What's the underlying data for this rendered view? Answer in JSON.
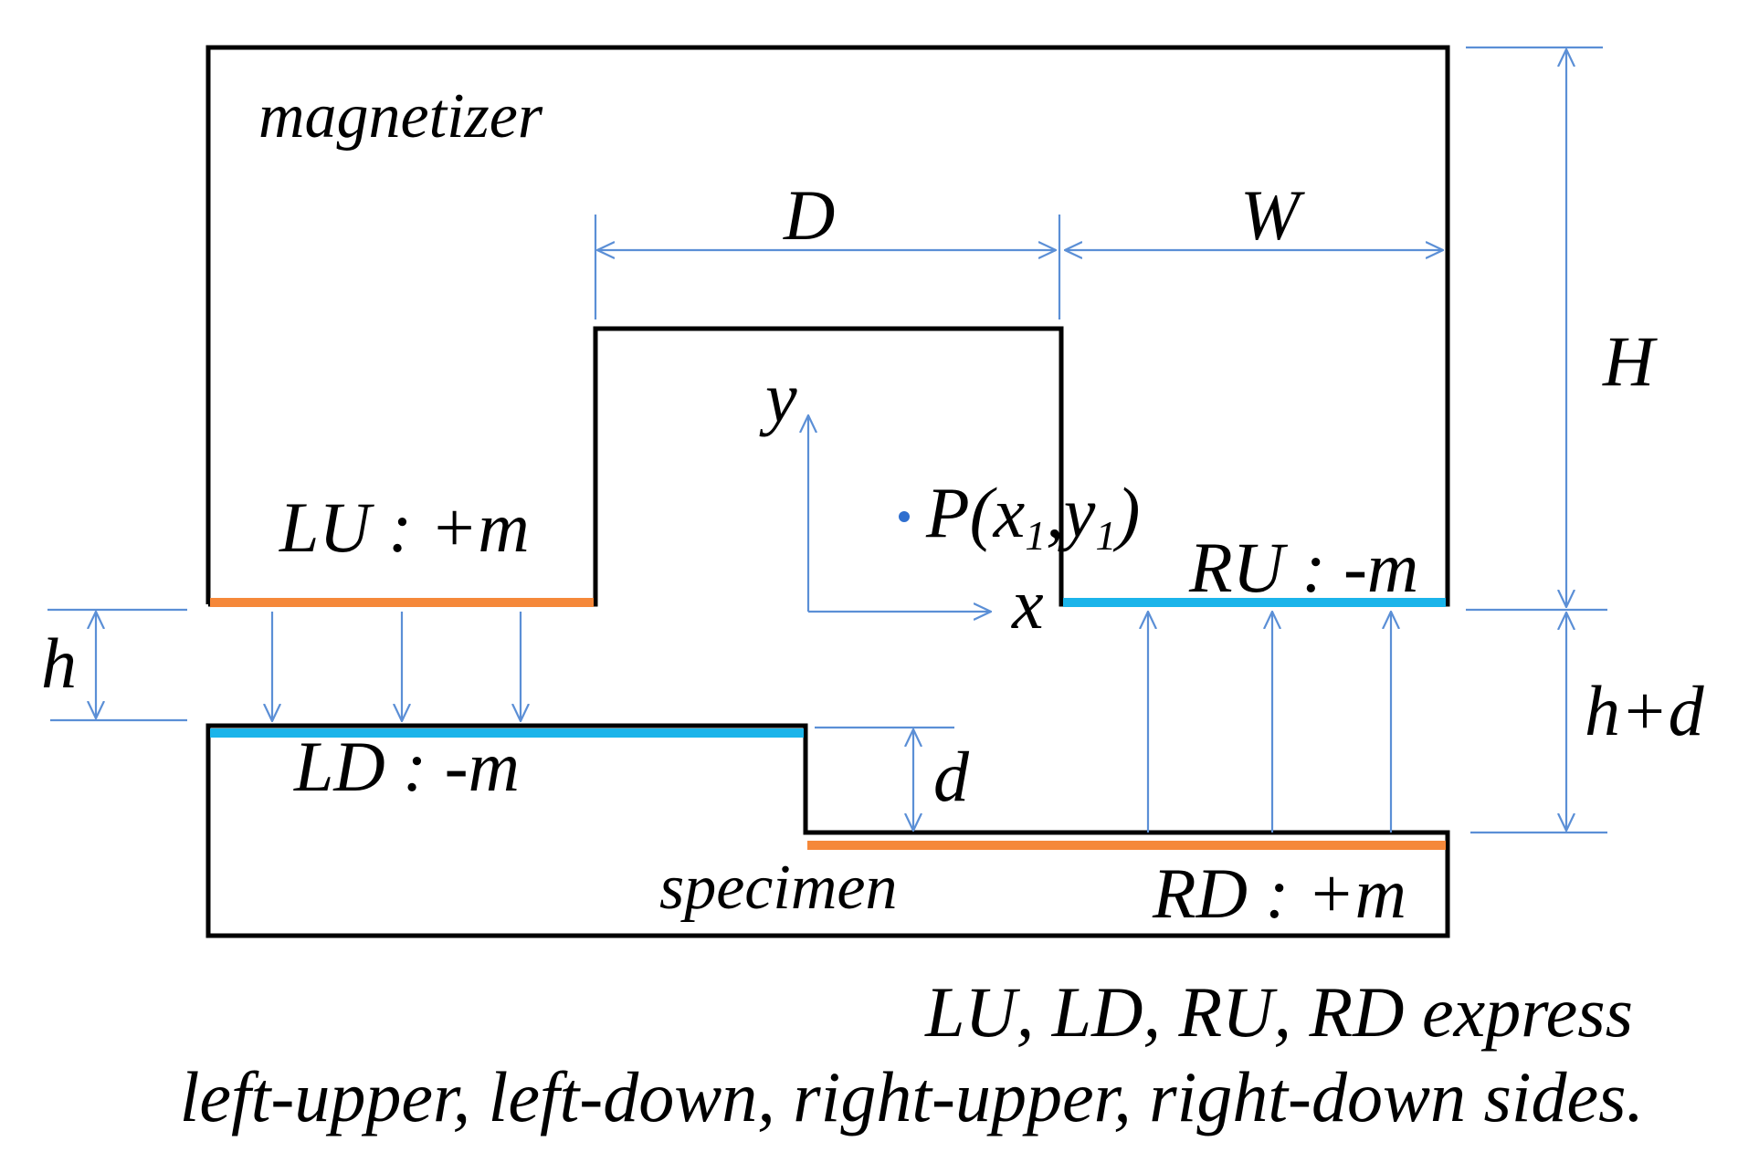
{
  "colors": {
    "outline": "#000000",
    "positive_pole": "#f5883a",
    "negative_pole": "#1bb4ea",
    "dimension": "#5b8fd6",
    "point": "#2f6fcf"
  },
  "labels": {
    "magnetizer": "magnetizer",
    "specimen": "specimen",
    "lu": "LU : +m",
    "ld": "LD : -m",
    "ru": "RU : -m",
    "rd": "RD : +m",
    "point_p": "P(x",
    "point_sub1": "1",
    "point_comma": ",y",
    "point_sub2": "1",
    "point_close": ")",
    "axis_x": "x",
    "axis_y": "y"
  },
  "dimensions": {
    "D": "D",
    "W": "W",
    "H": "H",
    "h": "h",
    "d": "d",
    "h_plus_d": "h+d"
  },
  "caption": {
    "line1": "LU, LD, RU, RD express",
    "line2": "left-upper, left-down, right-upper, right-down sides."
  }
}
